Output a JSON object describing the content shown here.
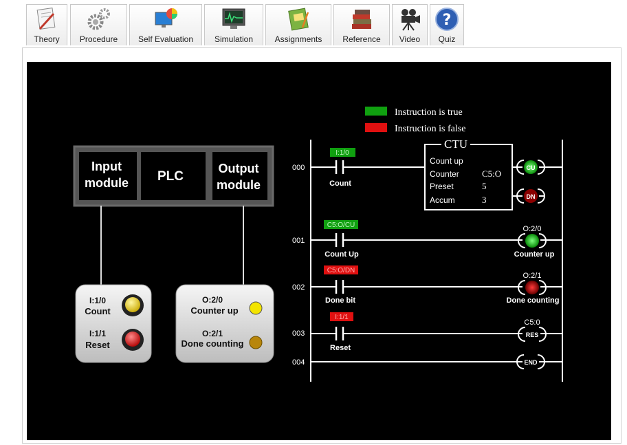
{
  "tabs": [
    {
      "label": "Theory",
      "icon": "theory-icon"
    },
    {
      "label": "Procedure",
      "icon": "gears-icon"
    },
    {
      "label": "Self Evaluation",
      "icon": "monitor-chart-icon"
    },
    {
      "label": "Simulation",
      "icon": "simulation-monitor-icon"
    },
    {
      "label": "Assignments",
      "icon": "assignment-book-icon"
    },
    {
      "label": "Reference",
      "icon": "books-icon"
    },
    {
      "label": "Video",
      "icon": "video-camera-icon"
    },
    {
      "label": "Quiz",
      "icon": "question-icon"
    }
  ],
  "legend": {
    "true_label": "Instruction is true",
    "false_label": "Instruction is false",
    "true_color": "#10a010",
    "false_color": "#e01010"
  },
  "plc_block": {
    "input": "Input module",
    "plc": "PLC",
    "output": "Output module"
  },
  "input_panel": {
    "count_addr": "I:1/0",
    "count_label": "Count",
    "reset_addr": "I:1/1",
    "reset_label": "Reset"
  },
  "output_panel": {
    "up_addr": "O:2/0",
    "up_label": "Counter up",
    "done_addr": "O:2/1",
    "done_label": "Done counting"
  },
  "ladder": {
    "rungs": [
      "000",
      "001",
      "002",
      "003",
      "004"
    ],
    "r0_tag": "I:1/0",
    "r0_label": "Count",
    "ctu": {
      "title": "CTU",
      "count_up": "Count up",
      "counter_label": "Counter",
      "counter_value": "C5:O",
      "preset_label": "Preset",
      "preset_value": "5",
      "accum_label": "Accum",
      "accum_value": "3",
      "cu": "CU",
      "dn": "DN"
    },
    "r1_tag": "C5:O/CU",
    "r1_label": "Count  Up",
    "r1_coil_addr": "O:2/0",
    "r1_coil_label": "Counter up",
    "r2_tag": "C5:O/DN",
    "r2_label": "Done bit",
    "r2_coil_addr": "O:2/1",
    "r2_coil_label": "Done counting",
    "r3_tag": "I:1/1",
    "r3_label": "Reset",
    "r3_coil_addr": "C5:0",
    "r3_coil": "RES",
    "r4_coil": "END"
  }
}
